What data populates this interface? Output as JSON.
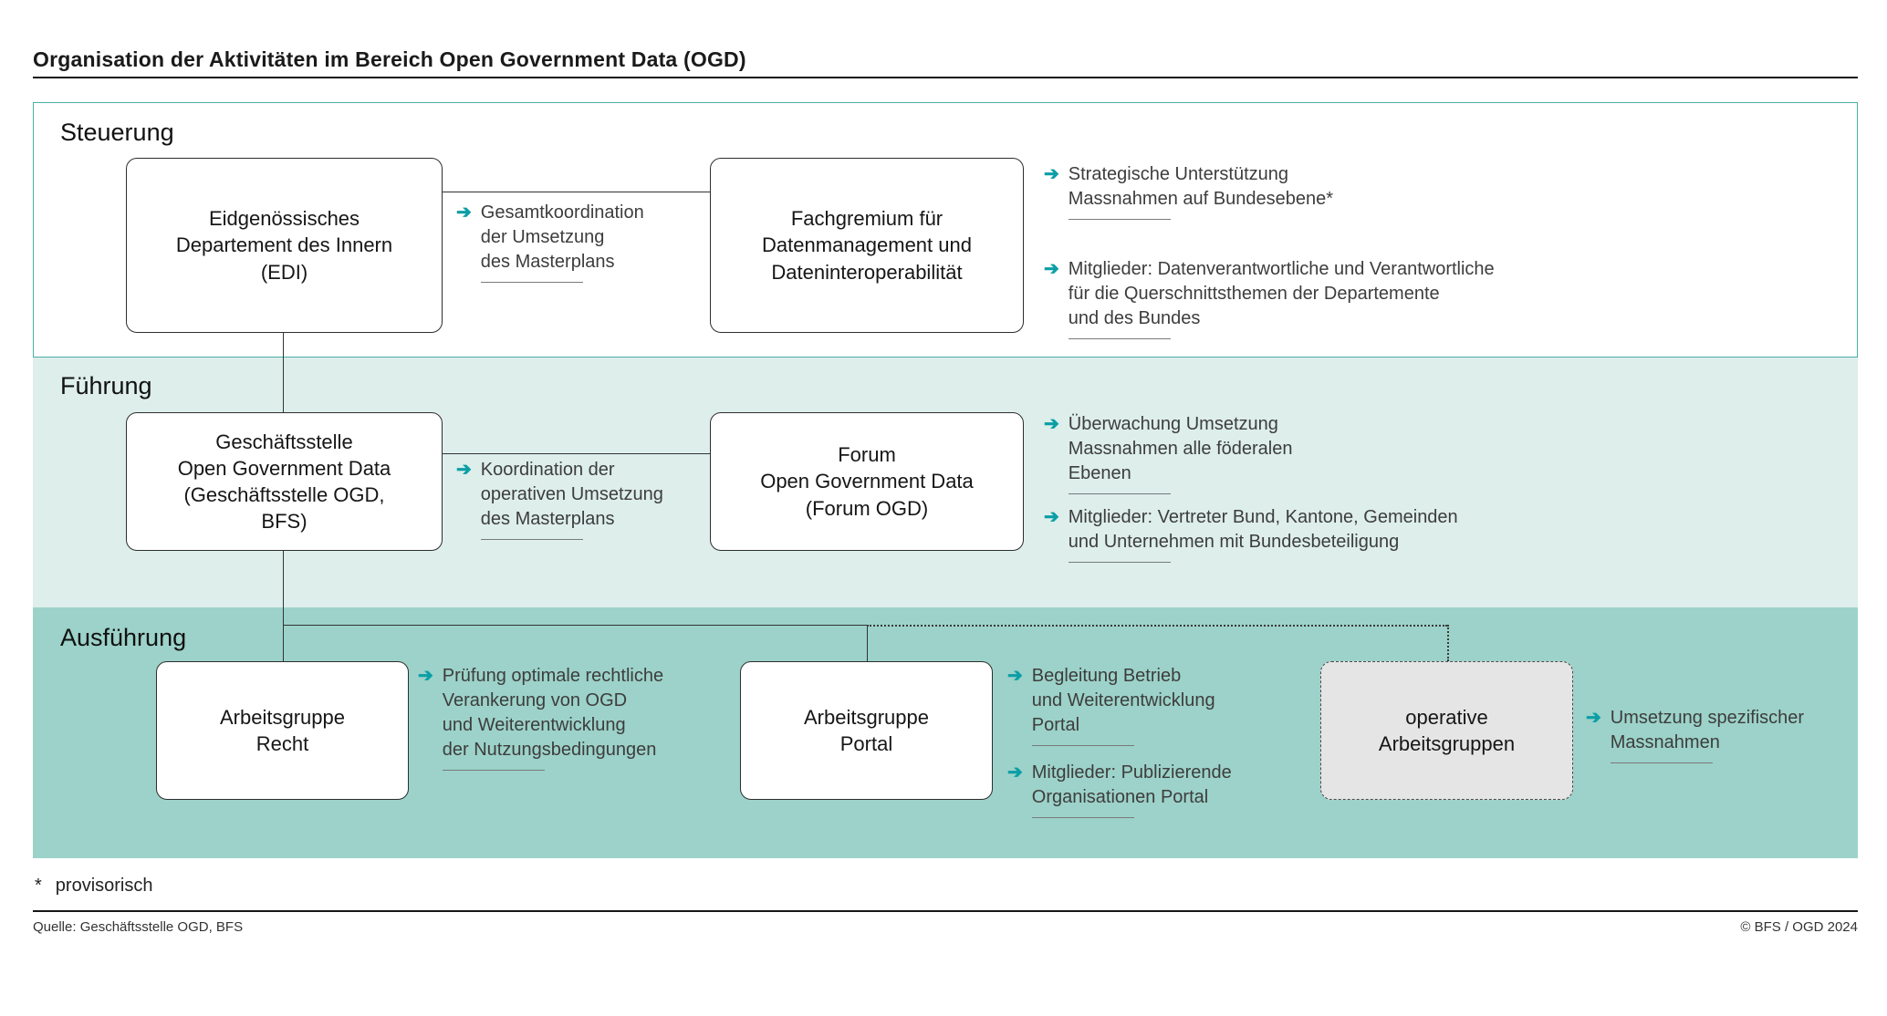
{
  "title": "Organisation der Aktivitäten im Bereich Open Government Data (OGD)",
  "icons": {
    "arrow": "➔"
  },
  "colors": {
    "steuerung_border": "#4bafa5",
    "fuehrung_bg": "#ddeeeb",
    "ausfuehrung_bg": "#9cd2c9",
    "arrow_teal": "#0a9ea6",
    "gray_box_bg": "#e5e5e5"
  },
  "bands": {
    "steuerung": {
      "label": "Steuerung"
    },
    "fuehrung": {
      "label": "Führung"
    },
    "ausfuehrung": {
      "label": "Ausführung"
    }
  },
  "boxes": {
    "edi": {
      "label": "Eidgenössisches\nDepartement des Innern\n(EDI)"
    },
    "fachgremium": {
      "label": "Fachgremium für\nDatenmanagement und\nDateninteroperabilität"
    },
    "geschaeftsstelle": {
      "label": "Geschäftsstelle\nOpen Government Data\n(Geschäftsstelle OGD,\nBFS)"
    },
    "forum": {
      "label": "Forum\nOpen Government Data\n(Forum OGD)"
    },
    "recht": {
      "label": "Arbeitsgruppe\nRecht"
    },
    "portal": {
      "label": "Arbeitsgruppe\nPortal"
    },
    "operative": {
      "label": "operative\nArbeitsgruppen"
    }
  },
  "bullets": {
    "edi": [
      {
        "text": "Gesamtkoordination\nder Umsetzung\ndes Masterplans"
      }
    ],
    "fachgremium": [
      {
        "text": "Strategische Unterstützung\nMassnahmen auf Bundesebene*"
      },
      {
        "text": "Mitglieder: Datenverantwortliche und Verantwortliche\nfür die Querschnittsthemen der Departemente\n und des Bundes"
      }
    ],
    "geschaeftsstelle": [
      {
        "text": "Koordination der\noperativen Umsetzung\ndes Masterplans"
      }
    ],
    "forum": [
      {
        "text": "Überwachung Umsetzung\nMassnahmen alle föderalen\nEbenen"
      },
      {
        "text": "Mitglieder: Vertreter Bund, Kantone, Gemeinden\nund Unternehmen mit Bundesbeteiligung"
      }
    ],
    "recht": [
      {
        "text": "Prüfung optimale rechtliche\nVerankerung von OGD\nund Weiterentwicklung\nder Nutzungsbedingungen"
      }
    ],
    "portal": [
      {
        "text": "Begleitung Betrieb\nund Weiterentwicklung\nPortal"
      },
      {
        "text": "Mitglieder: Publizierende\nOrganisationen Portal"
      }
    ],
    "operative": [
      {
        "text": "Umsetzung spezifischer\nMassnahmen"
      }
    ]
  },
  "footer": {
    "footnote_marker": "*",
    "footnote_text": "provisorisch",
    "source": "Quelle: Geschäftsstelle OGD, BFS",
    "copyright": "© BFS / OGD 2024"
  }
}
